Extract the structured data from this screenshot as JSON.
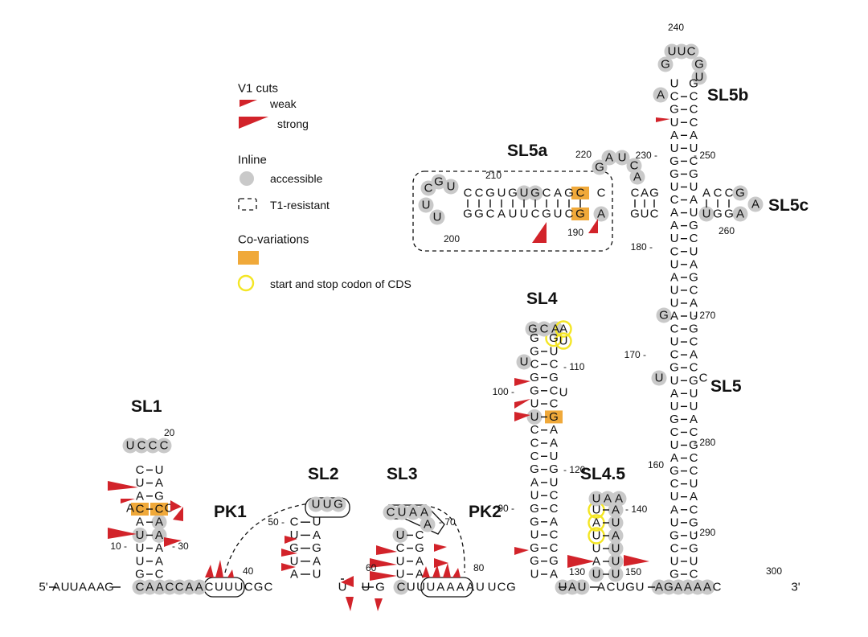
{
  "labels": {
    "sl1": "SL1",
    "sl2": "SL2",
    "sl3": "SL3",
    "sl4": "SL4",
    "sl45": "SL4.5",
    "sl5": "SL5",
    "sl5a": "SL5a",
    "sl5b": "SL5b",
    "sl5c": "SL5c",
    "pk1": "PK1",
    "pk2": "PK2"
  },
  "legend": {
    "v1_title": "V1 cuts",
    "weak": "weak",
    "strong": "strong",
    "inline_title": "Inline",
    "accessible": "accessible",
    "t1_resistant": "T1-resistant",
    "covar_title": "Co-variations",
    "cds": "start and stop codon of CDS"
  },
  "ends": {
    "five": "5'",
    "three": "3'"
  },
  "colors": {
    "accessible": "#c9c9c9",
    "covariation": "#f0a93a",
    "cds_codon": "#f4e625",
    "v1_cut": "#d2232a"
  },
  "position_numbers": [
    "10",
    "20",
    "30",
    "40",
    "50",
    "60",
    "70",
    "80",
    "90",
    "100",
    "110",
    "120",
    "130",
    "140",
    "150",
    "160",
    "170",
    "180",
    "190",
    "200",
    "210",
    "220",
    "230",
    "240",
    "250",
    "260",
    "270",
    "280",
    "290",
    "300"
  ]
}
